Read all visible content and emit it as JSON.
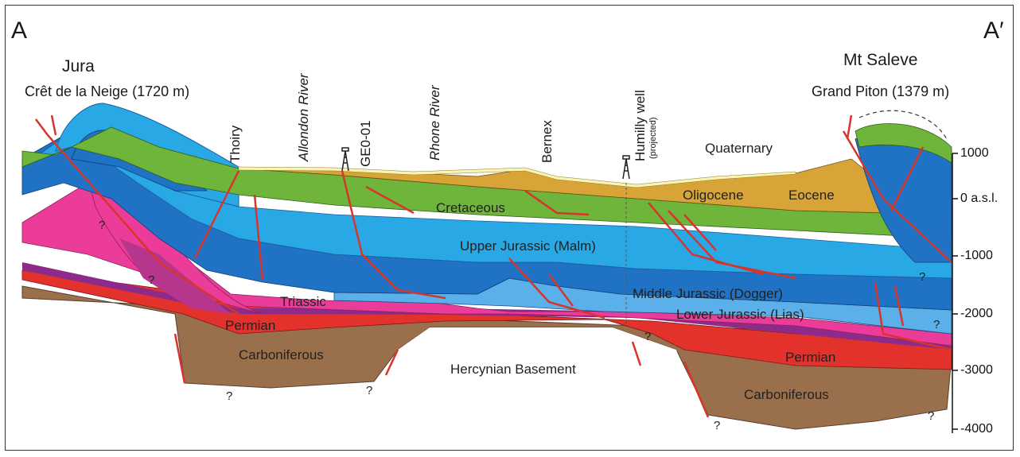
{
  "corners": {
    "left": "A",
    "right": "A′"
  },
  "regions": {
    "left": "Jura",
    "right": "Mt Saleve"
  },
  "summits": {
    "left": "Crêt de la Neige (1720 m)",
    "right": "Grand Piton (1379 m)"
  },
  "localities": [
    {
      "label": "Thoiry",
      "italic": false
    },
    {
      "label": "Allondon River",
      "italic": true
    },
    {
      "label": "GE0-01",
      "italic": false
    },
    {
      "label": "Rhone River",
      "italic": true
    },
    {
      "label": "Bernex",
      "italic": false
    },
    {
      "label": "Humilly well",
      "italic": false
    }
  ],
  "humilly_note": "(projected)",
  "units": {
    "quaternary": "Quaternary",
    "oligocene": "Oligocene",
    "eocene": "Eocene",
    "cretaceous": "Cretaceous",
    "malm": "Upper Jurassic (Malm)",
    "dogger": "Middle Jurassic (Dogger)",
    "lias": "Lower Jurassic (Lias)",
    "triassic": "Triassic",
    "permian_left": "Permian",
    "permian_right": "Permian",
    "carboniferous_left": "Carboniferous",
    "carboniferous_right": "Carboniferous",
    "basement": "Hercynian Basement"
  },
  "uncertain_mark": "?",
  "depth_scale": {
    "ticks": [
      "1000",
      "0 a.s.l.",
      "-1000",
      "-2000",
      "-3000",
      "-4000"
    ]
  },
  "colors": {
    "quaternary": "#fbf3b0",
    "tertiary": "#d9a437",
    "cretaceous": "#6fb43b",
    "malm": "#29a8e6",
    "dogger": "#1f72c4",
    "lias": "#5bb0ea",
    "triassic": "#ec3c9a",
    "triassic_dark": "#b6358d",
    "permian": "#e3312c",
    "purple": "#8e2a8a",
    "carboniferous": "#9a6f4c",
    "fault": "#d8342b"
  }
}
